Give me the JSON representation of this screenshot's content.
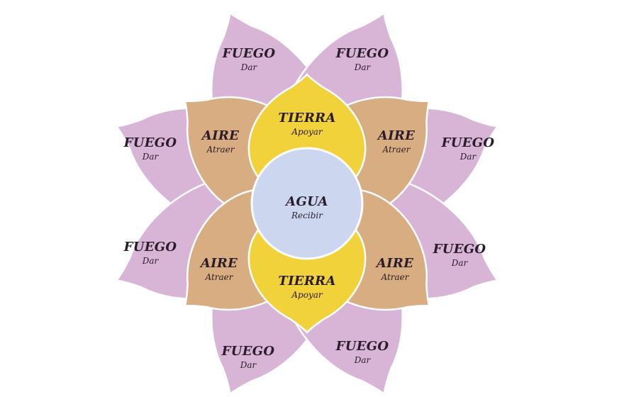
{
  "colors": {
    "fuego": "#d8b5d6",
    "aire": "#d9ad82",
    "tierra": "#f2d23a",
    "agua": "#cdd6ef",
    "text": "#2a1d2a"
  },
  "petals": {
    "fuego": [
      {
        "title": "FUEGO",
        "sub": "Dar"
      },
      {
        "title": "FUEGO",
        "sub": "Dar"
      },
      {
        "title": "FUEGO",
        "sub": "Dar"
      },
      {
        "title": "FUEGO",
        "sub": "Dar"
      },
      {
        "title": "FUEGO",
        "sub": "Dar"
      },
      {
        "title": "FUEGO",
        "sub": "Dar"
      },
      {
        "title": "FUEGO",
        "sub": "Dar"
      },
      {
        "title": "FUEGO",
        "sub": "Dar"
      }
    ],
    "aire": [
      {
        "title": "AIRE",
        "sub": "Atraer"
      },
      {
        "title": "AIRE",
        "sub": "Atraer"
      },
      {
        "title": "AIRE",
        "sub": "Atraer"
      },
      {
        "title": "AIRE",
        "sub": "Atraer"
      }
    ],
    "tierra": [
      {
        "title": "TIERRA",
        "sub": "Apoyar"
      },
      {
        "title": "TIERRA",
        "sub": "Apoyar"
      }
    ],
    "agua": {
      "title": "AGUA",
      "sub": "Recibir"
    }
  }
}
